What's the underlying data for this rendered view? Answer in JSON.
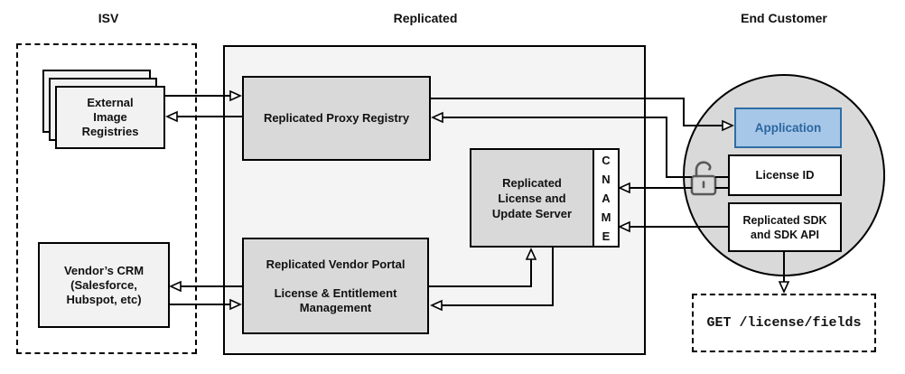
{
  "sections": {
    "isv": {
      "title": "ISV"
    },
    "replicated": {
      "title": "Replicated"
    },
    "end_customer": {
      "title": "End Customer"
    }
  },
  "nodes": {
    "external_image_registries": {
      "label": "External\nImage\nRegistries"
    },
    "vendors_crm": {
      "label": "Vendor’s CRM\n(Salesforce,\nHubspot, etc)"
    },
    "proxy_registry": {
      "label": "Replicated Proxy Registry"
    },
    "license_update_server": {
      "label": "Replicated\nLicense and\nUpdate Server"
    },
    "cname": {
      "label": "C\nN\nA\nM\nE"
    },
    "vendor_portal": {
      "label": "Replicated Vendor Portal\n\nLicense & Entitlement\nManagement"
    },
    "application": {
      "label": "Application"
    },
    "license_id": {
      "label": "License ID"
    },
    "replicated_sdk": {
      "label": "Replicated SDK\nand SDK API"
    },
    "get_license_fields": {
      "label": "GET /license/fields"
    }
  },
  "icons": {
    "lock": "unlocked-padlock"
  },
  "colors": {
    "line": "#000000",
    "container_fill": "#f4f4f4",
    "node_gray": "#d9d9d9",
    "node_light": "#f2f2f2",
    "circle_gray": "#d9d9d9",
    "application_fill": "#a7c7e8",
    "application_border": "#2e6da4",
    "application_text": "#2b66a0",
    "lock_stroke": "#595959"
  }
}
